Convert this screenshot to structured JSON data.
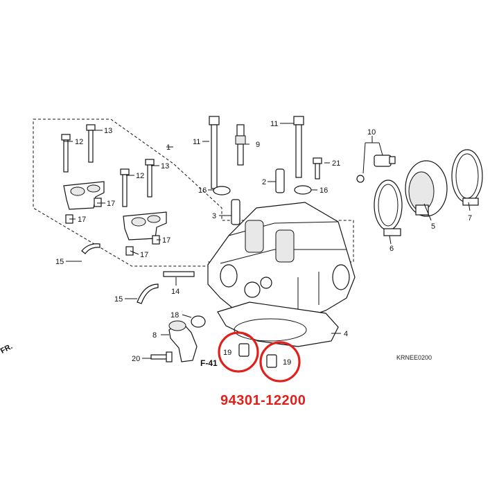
{
  "labels": {
    "l1": "1",
    "l2": "2",
    "l3": "3",
    "l4": "4",
    "l5": "5",
    "l6": "6",
    "l7": "7",
    "l8": "8",
    "l9": "9",
    "l10": "10",
    "l11a": "11",
    "l11b": "11",
    "l12a": "12",
    "l12b": "12",
    "l13a": "13",
    "l13b": "13",
    "l14": "14",
    "l15a": "15",
    "l15b": "15",
    "l16a": "16",
    "l16b": "16",
    "l17a": "17",
    "l17b": "17",
    "l17c": "17",
    "l17d": "17",
    "l17e": "17",
    "l18": "18",
    "l19a": "19",
    "l19b": "19",
    "l20": "20",
    "l21": "21"
  },
  "fr_mark": "FR.",
  "ref_f41": "F-41",
  "diagram_code": "KRNEE0200",
  "part_number": "94301-12200",
  "colors": {
    "highlight": "#e0201b",
    "line": "#111111"
  }
}
